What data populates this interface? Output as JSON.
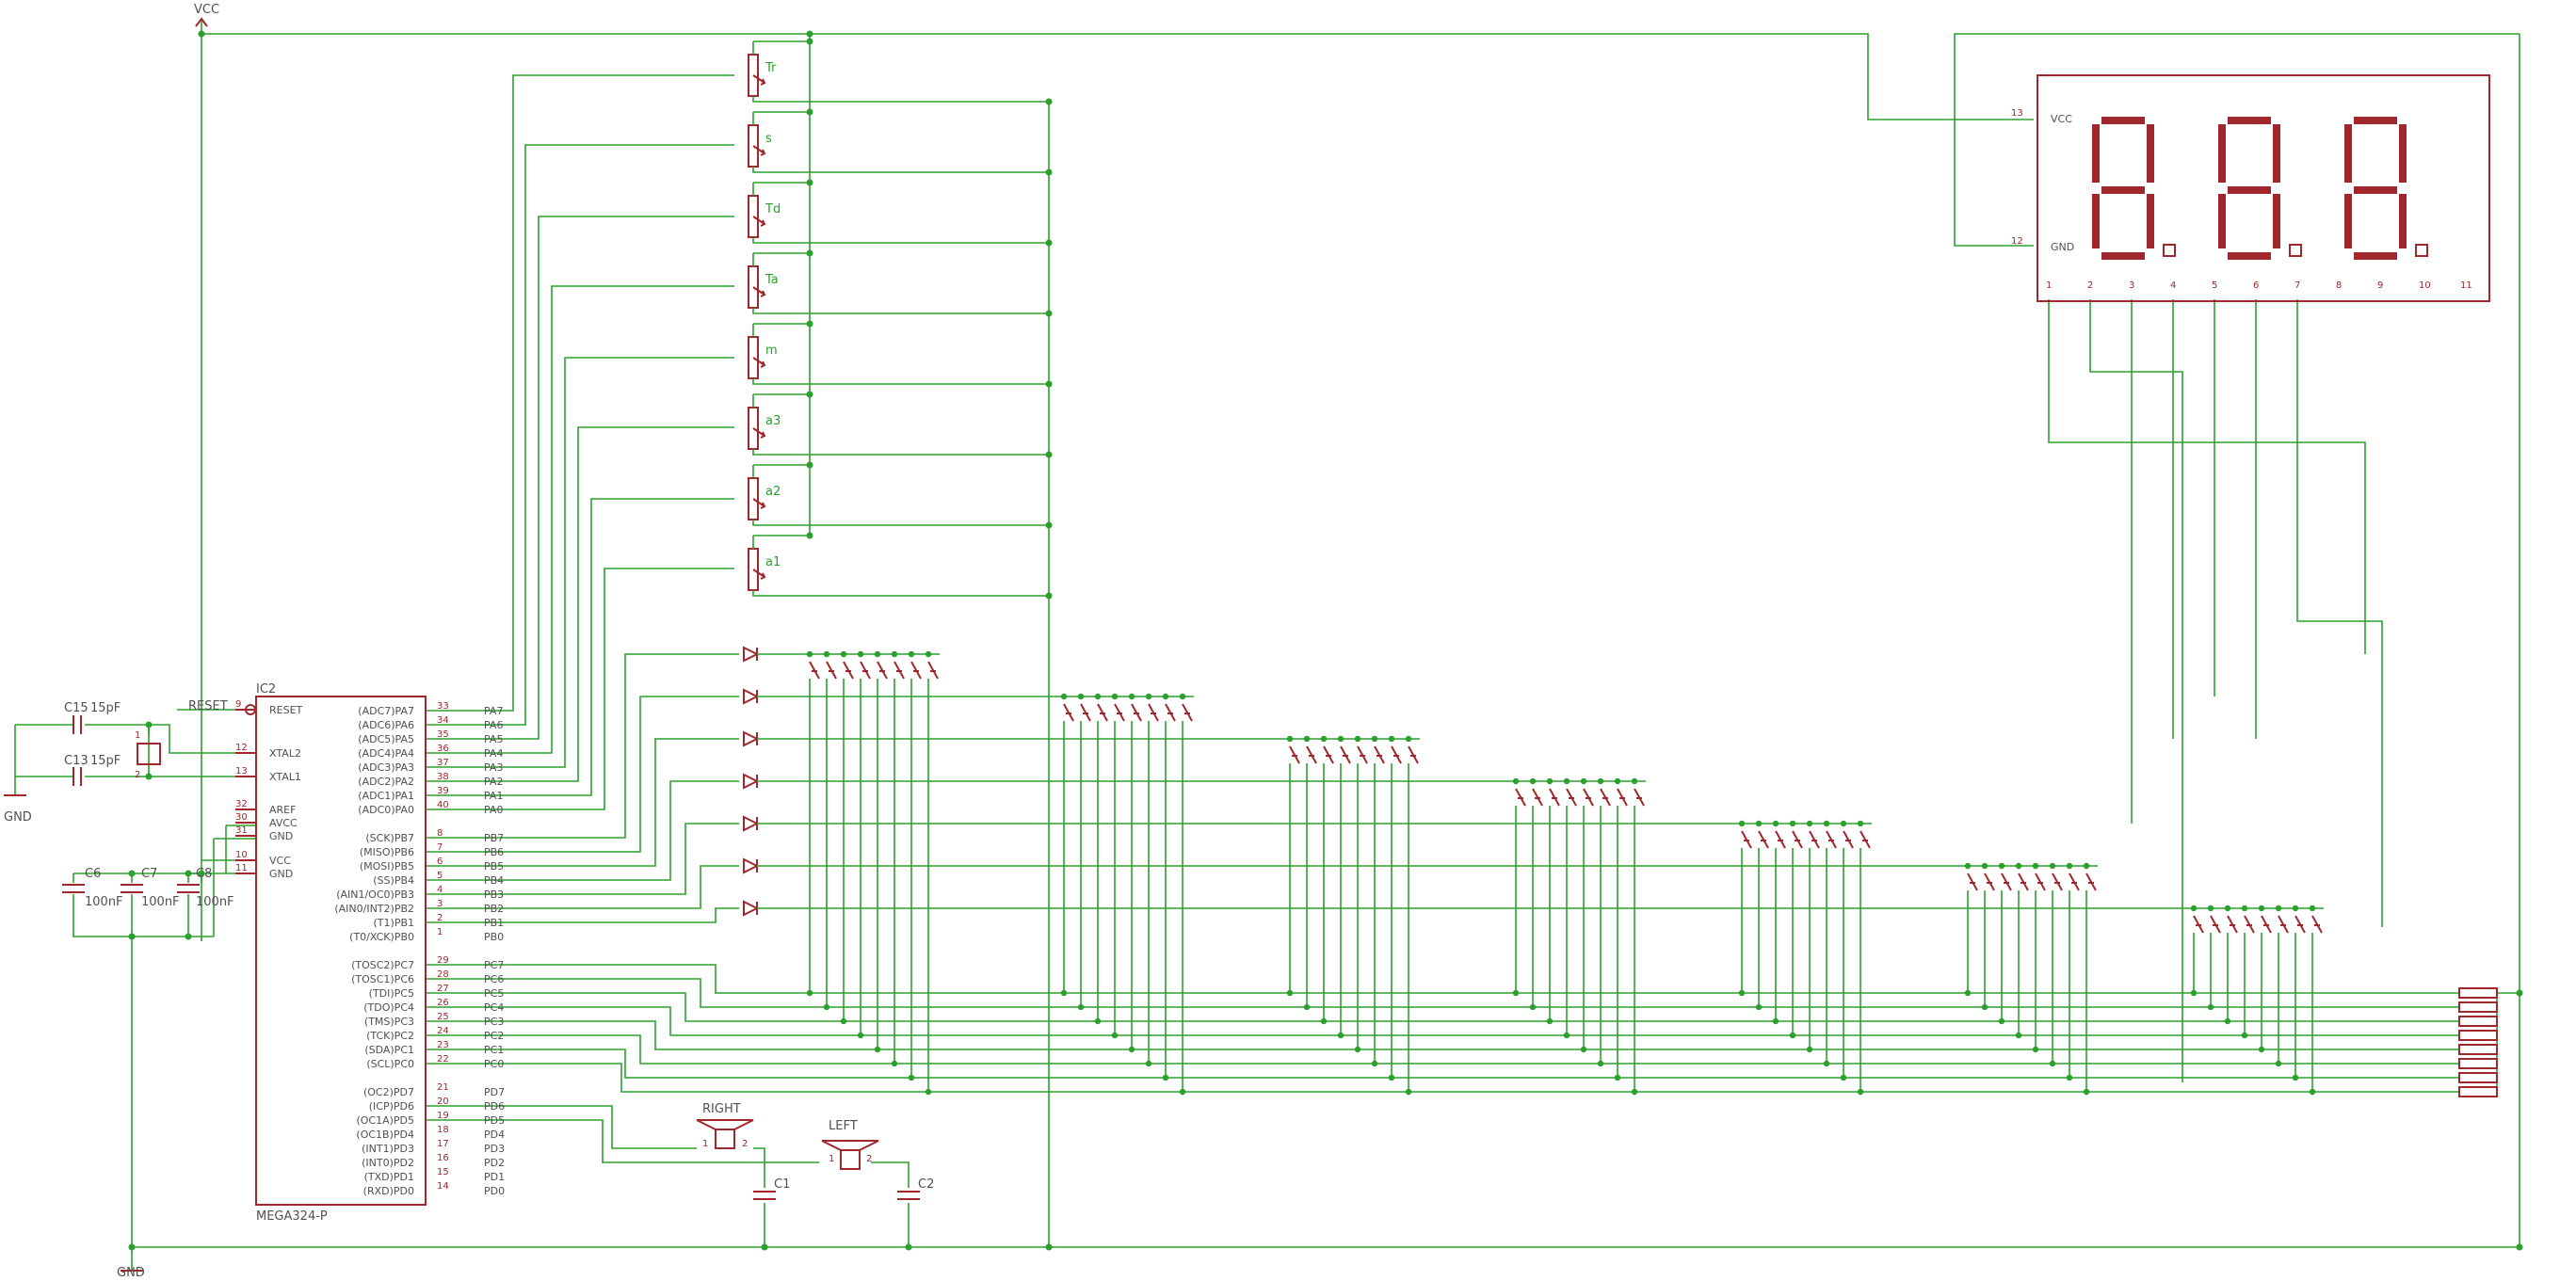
{
  "power": {
    "vcc": "VCC",
    "gnd": "GND"
  },
  "mcu": {
    "name": "IC2",
    "part": "MEGA324-P",
    "left_pins": [
      {
        "label": "RESET",
        "num": "9"
      },
      {
        "label": "XTAL2",
        "num": "12"
      },
      {
        "label": "XTAL1",
        "num": "13"
      },
      {
        "label": "AREF",
        "num": "32"
      },
      {
        "label": "AVCC",
        "num": "30"
      },
      {
        "label": "GND",
        "num": "31"
      },
      {
        "label": "VCC",
        "num": "10"
      },
      {
        "label": "GND",
        "num": "11"
      }
    ],
    "right_pins": [
      {
        "func": "(ADC7)PA7",
        "num": "33",
        "net": "PA7"
      },
      {
        "func": "(ADC6)PA6",
        "num": "34",
        "net": "PA6"
      },
      {
        "func": "(ADC5)PA5",
        "num": "35",
        "net": "PA5"
      },
      {
        "func": "(ADC4)PA4",
        "num": "36",
        "net": "PA4"
      },
      {
        "func": "(ADC3)PA3",
        "num": "37",
        "net": "PA3"
      },
      {
        "func": "(ADC2)PA2",
        "num": "38",
        "net": "PA2"
      },
      {
        "func": "(ADC1)PA1",
        "num": "39",
        "net": "PA1"
      },
      {
        "func": "(ADC0)PA0",
        "num": "40",
        "net": "PA0"
      },
      {
        "func": "(SCK)PB7",
        "num": "8",
        "net": "PB7"
      },
      {
        "func": "(MISO)PB6",
        "num": "7",
        "net": "PB6"
      },
      {
        "func": "(MOSI)PB5",
        "num": "6",
        "net": "PB5"
      },
      {
        "func": "(SS)PB4",
        "num": "5",
        "net": "PB4"
      },
      {
        "func": "(AIN1/OC0)PB3",
        "num": "4",
        "net": "PB3"
      },
      {
        "func": "(AIN0/INT2)PB2",
        "num": "3",
        "net": "PB2"
      },
      {
        "func": "(T1)PB1",
        "num": "2",
        "net": "PB1"
      },
      {
        "func": "(T0/XCK)PB0",
        "num": "1",
        "net": "PB0"
      },
      {
        "func": "(TOSC2)PC7",
        "num": "29",
        "net": "PC7"
      },
      {
        "func": "(TOSC1)PC6",
        "num": "28",
        "net": "PC6"
      },
      {
        "func": "(TDI)PC5",
        "num": "27",
        "net": "PC5"
      },
      {
        "func": "(TDO)PC4",
        "num": "26",
        "net": "PC4"
      },
      {
        "func": "(TMS)PC3",
        "num": "25",
        "net": "PC3"
      },
      {
        "func": "(TCK)PC2",
        "num": "24",
        "net": "PC2"
      },
      {
        "func": "(SDA)PC1",
        "num": "23",
        "net": "PC1"
      },
      {
        "func": "(SCL)PC0",
        "num": "22",
        "net": "PC0"
      },
      {
        "func": "(OC2)PD7",
        "num": "21",
        "net": "PD7"
      },
      {
        "func": "(ICP)PD6",
        "num": "20",
        "net": "PD6"
      },
      {
        "func": "(OC1A)PD5",
        "num": "19",
        "net": "PD5"
      },
      {
        "func": "(OC1B)PD4",
        "num": "18",
        "net": "PD4"
      },
      {
        "func": "(INT1)PD3",
        "num": "17",
        "net": "PD3"
      },
      {
        "func": "(INT0)PD2",
        "num": "16",
        "net": "PD2"
      },
      {
        "func": "(TXD)PD1",
        "num": "15",
        "net": "PD1"
      },
      {
        "func": "(RXD)PD0",
        "num": "14",
        "net": "PD0"
      }
    ]
  },
  "reset_net": "RESET",
  "crystal": {
    "pin1": "1",
    "pin2": "2"
  },
  "caps": {
    "c15": {
      "name": "C15",
      "value": "15pF"
    },
    "c13": {
      "name": "C13",
      "value": "15pF"
    },
    "c6": {
      "name": "C6",
      "value": "100nF"
    },
    "c7": {
      "name": "C7",
      "value": "100nF"
    },
    "c8": {
      "name": "C8",
      "value": "100nF"
    },
    "c1": {
      "name": "C1"
    },
    "c2": {
      "name": "C2"
    }
  },
  "pots": [
    "Tr",
    "s",
    "Td",
    "Ta",
    "m",
    "a3",
    "a2",
    "a1"
  ],
  "speakers": [
    {
      "name": "RIGHT",
      "pin1": "1",
      "pin2": "2"
    },
    {
      "name": "LEFT",
      "pin1": "1",
      "pin2": "2"
    }
  ],
  "display": {
    "vcc_label": "VCC",
    "vcc_pin": "13",
    "gnd_label": "GND",
    "gnd_pin": "12",
    "bottom_pins": [
      "1",
      "2",
      "3",
      "4",
      "5",
      "6",
      "7",
      "8",
      "9",
      "10",
      "11"
    ]
  },
  "keyboard": {
    "rows": 7,
    "cols": 8
  }
}
